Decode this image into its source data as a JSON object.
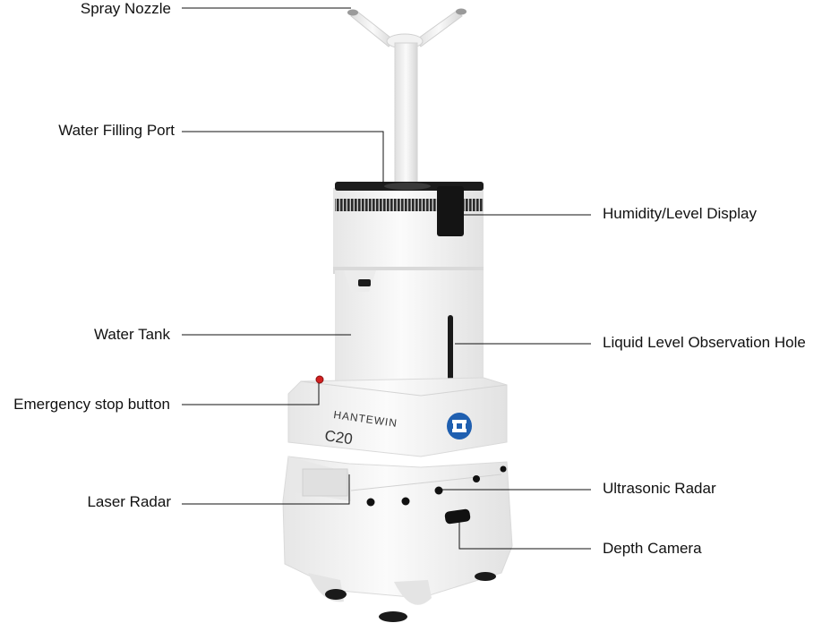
{
  "labels": {
    "spray_nozzle": "Spray Nozzle",
    "water_filling_port": "Water Filling Port",
    "water_tank": "Water Tank",
    "emergency_stop_button": "Emergency stop button",
    "laser_radar": "Laser Radar",
    "humidity_level_display": "Humidity/Level Display",
    "liquid_level_observation_hole": "Liquid Level Observation Hole",
    "ultrasonic_radar": "Ultrasonic Radar",
    "depth_camera": "Depth Camera"
  },
  "robot": {
    "brand": "HANTEWIN",
    "model": "C20"
  },
  "colors": {
    "body": "#f3f3f3",
    "shadow": "#dcdcdc",
    "dark": "#1a1a1a",
    "logo": "#1f5fb0",
    "stop": "#d22020",
    "leader_line": "#111111"
  }
}
